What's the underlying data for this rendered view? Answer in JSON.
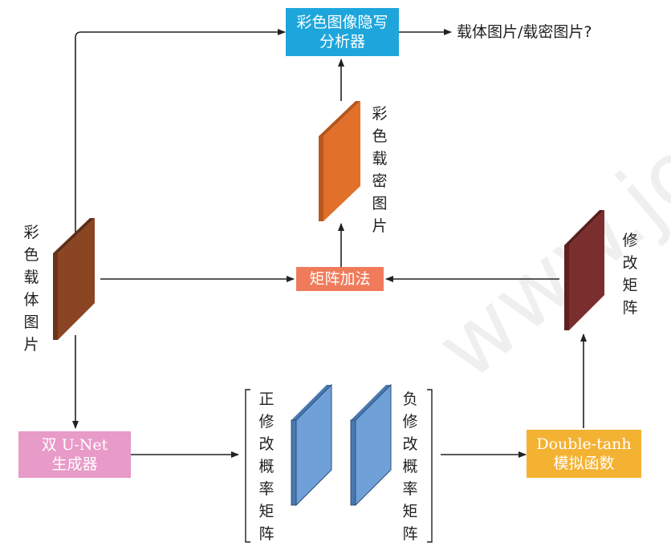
{
  "nodes": {
    "analyzer": {
      "line1": "彩色图像隐写",
      "line2": "分析器",
      "color": "#1ea6dc"
    },
    "output_label": "载体图片/载密图片?",
    "stego_label": [
      "彩",
      "色",
      "载",
      "密",
      "图",
      "片"
    ],
    "cover_label": [
      "彩",
      "色",
      "载",
      "体",
      "图",
      "片"
    ],
    "matrix_add": {
      "label": "矩阵加法",
      "color": "#f07b5b"
    },
    "modify_label": [
      "修",
      "改",
      "矩",
      "阵"
    ],
    "generator": {
      "line1": "双 U-Net",
      "line2": "生成器",
      "color": "#e89ac8"
    },
    "pos_label": [
      "正",
      "修",
      "改",
      "概",
      "率",
      "矩",
      "阵"
    ],
    "neg_label": [
      "负",
      "修",
      "改",
      "概",
      "率",
      "矩",
      "阵"
    ],
    "tanh": {
      "line1": "Double-tanh",
      "line2": "模拟函数",
      "color": "#f4b233"
    }
  },
  "panel_colors": {
    "cover": "#8b4522",
    "stego": "#e0702a",
    "modify": "#7a2e2e",
    "probability": "#6fa0d8"
  }
}
